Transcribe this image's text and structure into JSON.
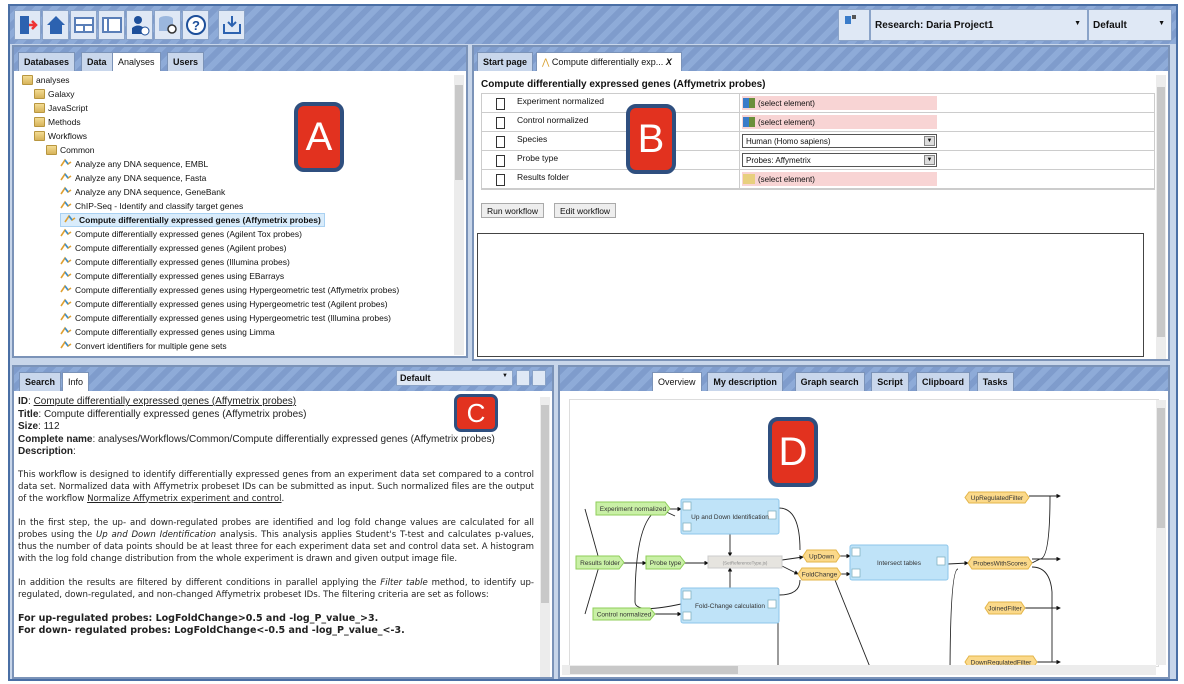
{
  "toolbar": {
    "icons": [
      "logout-icon",
      "home-icon",
      "layout-horizontal-icon",
      "layout-vertical-icon",
      "user-info-icon",
      "database-settings-icon",
      "help-icon",
      "download-icon"
    ],
    "project_icon": "project-icon",
    "project_select": "Research: Daria Project1",
    "perspective_select": "Default"
  },
  "panelA": {
    "tabs": [
      "Databases",
      "Data",
      "Analyses",
      "Users"
    ],
    "active_tab": "Analyses",
    "tree": [
      {
        "label": "analyses",
        "level": 0,
        "type": "folder"
      },
      {
        "label": "Galaxy",
        "level": 1,
        "type": "folder"
      },
      {
        "label": "JavaScript",
        "level": 1,
        "type": "folder"
      },
      {
        "label": "Methods",
        "level": 1,
        "type": "folder"
      },
      {
        "label": "Workflows",
        "level": 1,
        "type": "folder"
      },
      {
        "label": "Common",
        "level": 2,
        "type": "folder"
      },
      {
        "label": "Analyze any DNA sequence, EMBL",
        "level": 3,
        "type": "workflow"
      },
      {
        "label": "Analyze any DNA sequence, Fasta",
        "level": 3,
        "type": "workflow"
      },
      {
        "label": "Analyze any DNA sequence, GeneBank",
        "level": 3,
        "type": "workflow"
      },
      {
        "label": "ChIP-Seq - Identify and classify target genes",
        "level": 3,
        "type": "workflow"
      },
      {
        "label": "Compute differentially expressed genes (Affymetrix probes)",
        "level": 3,
        "type": "workflow",
        "selected": true
      },
      {
        "label": "Compute differentially expressed genes (Agilent Tox probes)",
        "level": 3,
        "type": "workflow"
      },
      {
        "label": "Compute differentially expressed genes (Agilent probes)",
        "level": 3,
        "type": "workflow"
      },
      {
        "label": "Compute differentially expressed genes (Illumina probes)",
        "level": 3,
        "type": "workflow"
      },
      {
        "label": "Compute differentially expressed genes using EBarrays",
        "level": 3,
        "type": "workflow"
      },
      {
        "label": "Compute differentially expressed genes using Hypergeometric test (Affymetrix probes)",
        "level": 3,
        "type": "workflow"
      },
      {
        "label": "Compute differentially expressed genes using Hypergeometric test (Agilent probes)",
        "level": 3,
        "type": "workflow"
      },
      {
        "label": "Compute differentially expressed genes using Hypergeometric test (Illumina probes)",
        "level": 3,
        "type": "workflow"
      },
      {
        "label": "Compute differentially expressed genes using Limma",
        "level": 3,
        "type": "workflow"
      },
      {
        "label": "Convert identifiers for multiple gene sets",
        "level": 3,
        "type": "workflow"
      }
    ],
    "marker": "A"
  },
  "panelB": {
    "tabs": [
      "Start page",
      "Compute differentially exp..."
    ],
    "close": "X",
    "title": "Compute differentially expressed genes (Affymetrix probes)",
    "params": [
      {
        "label": "Experiment normalized",
        "kind": "select-element",
        "value": "(select element)"
      },
      {
        "label": "Control normalized",
        "kind": "select-element",
        "value": "(select element)"
      },
      {
        "label": "Species",
        "kind": "dropdown",
        "value": "Human (Homo sapiens)"
      },
      {
        "label": "Probe type",
        "kind": "dropdown",
        "value": "Probes: Affymetrix"
      },
      {
        "label": "Results folder",
        "kind": "folder-element",
        "value": "(select element)"
      }
    ],
    "run": "Run workflow",
    "edit": "Edit workflow",
    "marker": "B"
  },
  "panelC": {
    "tabs": [
      "Search",
      "Info"
    ],
    "active_tab": "Info",
    "view_select": "Default",
    "id_label": "ID",
    "id_value": "Compute differentially expressed genes (Affymetrix probes)",
    "title_label": "Title",
    "title_value": "Compute differentially expressed genes (Affymetrix probes)",
    "size_label": "Size",
    "size_value": "112",
    "complete_label": "Complete name",
    "complete_value": "analyses/Workflows/Common/Compute differentially expressed genes (Affymetrix probes)",
    "desc_label": "Description",
    "p1a": "This workflow is designed to identify differentially expressed genes from an experiment data set compared to a control data set.  Normalized data with Affymetrix probeset IDs can be submitted as input. Such normalized files are the output of the workflow ",
    "p1link": "Normalize Affymetrix experiment and control",
    "p2a": "In the first step, the up- and down-regulated probes are identified and log fold change values are calculated for all probes using the ",
    "p2i": "Up and Down Identification",
    "p2b": " analysis. This analysis applies Student's T-test and calculates p-values, thus the number of data points should be at least three for each experiment data set and control data set. A histogram with the log fold change distribution from the whole experiment is drawn and given output image file.",
    "p3a": "In addition the results are filtered by different conditions in parallel applying the ",
    "p3i": "Filter table",
    "p3b": " method, to identify up-regulated, down-regulated, and non-changed Affymetrix probeset IDs. The filtering criteria are set as follows:",
    "rule1": "For up-regulated probes: LogFoldChange>0.5 and -log_P_value_>3.",
    "rule2": "For down- regulated probes: LogFoldChange<-0.5 and -log_P_value_<-3.",
    "marker": "C"
  },
  "panelD": {
    "tabs": [
      "Overview",
      "My description",
      "Graph search",
      "Script",
      "Clipboard",
      "Tasks"
    ],
    "active_tab": "Overview",
    "nodes": {
      "exp": "Experiment normalized",
      "updown_id": "Up and Down Identification",
      "results": "Results folder",
      "probe": "Probe type",
      "setref": "(SetReferenceType.js)",
      "updown": "UpDown",
      "foldchange": "FoldChange",
      "intersect": "Intersect tables",
      "fcc": "Fold-Change calculation",
      "ctrl": "Control normalized",
      "upfilter": "UpRegulatedFilter",
      "pws": "ProbesWithScores",
      "joined": "JoinedFilter",
      "downfilter": "DownRegulatedFilter"
    },
    "colors": {
      "input": "#c9f0a6",
      "analysis": "#bfe3f8",
      "variable": "#fbd98a",
      "script": "#e6e4df"
    },
    "marker": "D"
  }
}
